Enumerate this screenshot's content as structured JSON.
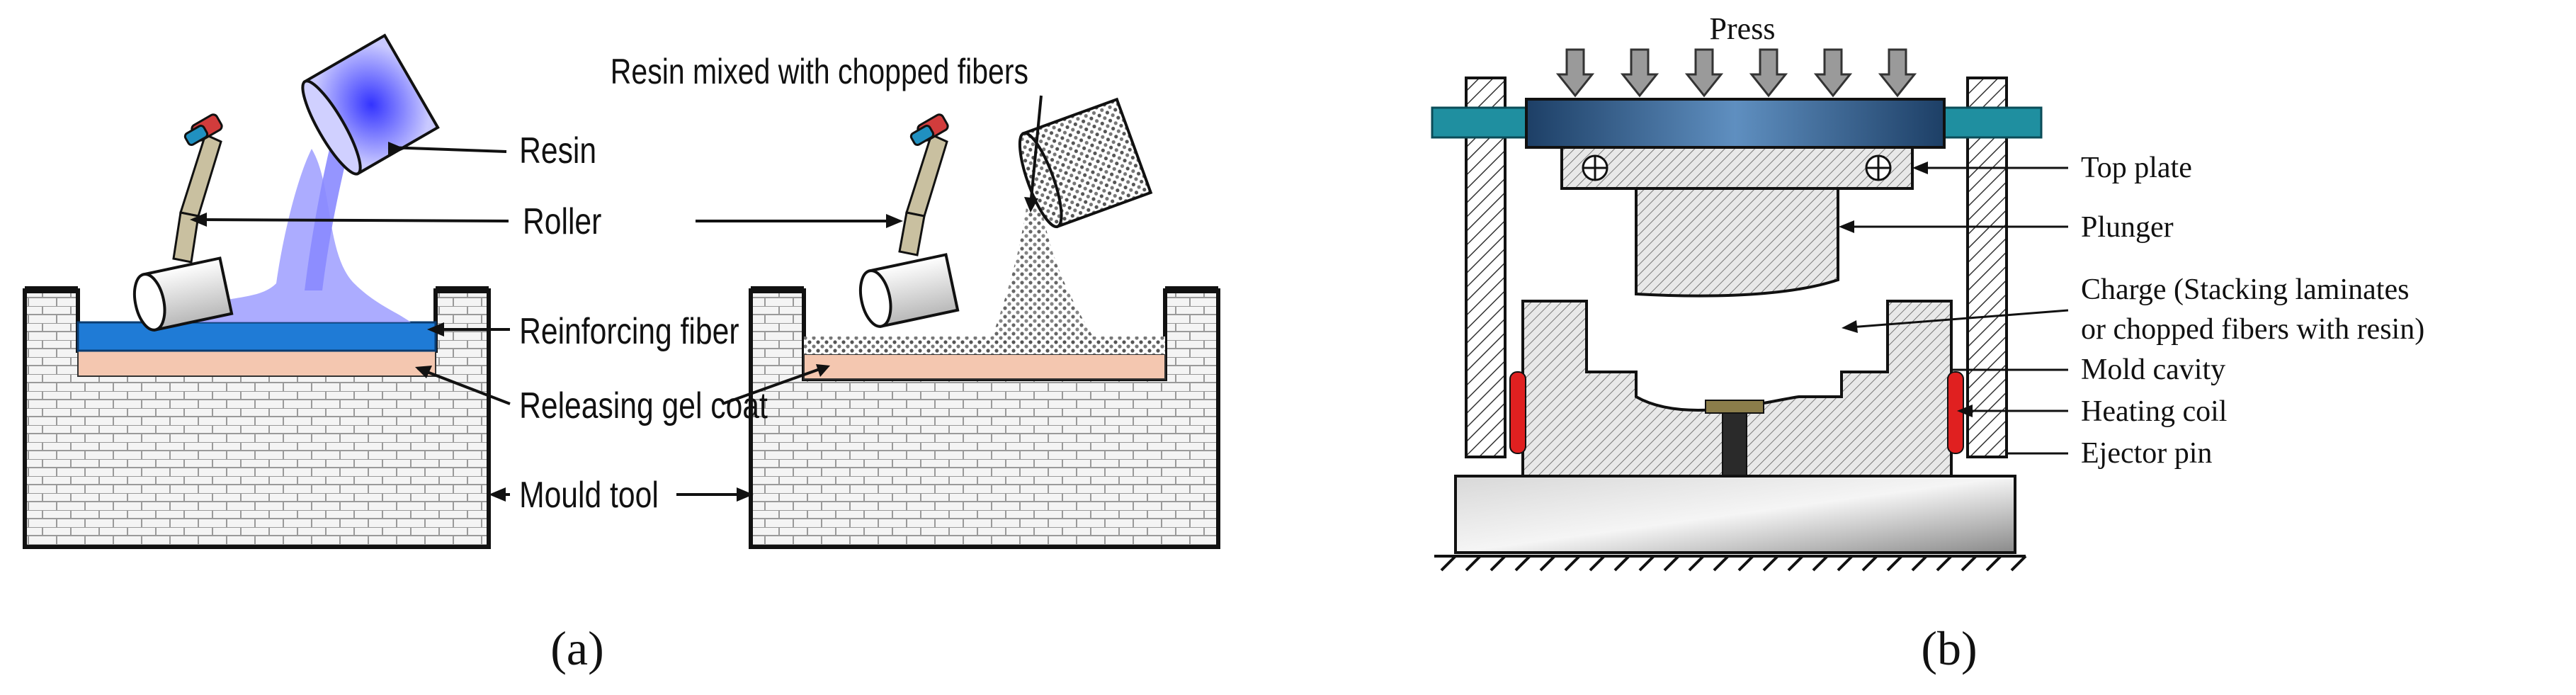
{
  "panel_a": {
    "caption": "(a)",
    "labels": {
      "resin": "Resin",
      "roller": "Roller",
      "reinforcing_fiber": "Reinforcing fiber",
      "releasing_gel_coat": "Releasing gel coat",
      "mould_tool": "Mould tool",
      "resin_mixed": "Resin mixed with chopped fibers"
    }
  },
  "panel_b": {
    "caption": "(b)",
    "labels": {
      "press": "Press",
      "top_plate": "Top plate",
      "plunger": "Plunger",
      "charge_line1": "Charge (Stacking laminates",
      "charge_line2": "or chopped fibers with resin)",
      "mold_cavity": "Mold cavity",
      "heating_coil": "Heating coil",
      "ejector_pin": "Ejector pin"
    }
  },
  "colors": {
    "resin": "#7b7bf5",
    "fiber_blue": "#1f7bd6",
    "gel_coat": "#f4c7b0",
    "press_bar": "#2f5f8a",
    "teal_beam": "#1f8fa0",
    "heater_red": "#e02020"
  }
}
